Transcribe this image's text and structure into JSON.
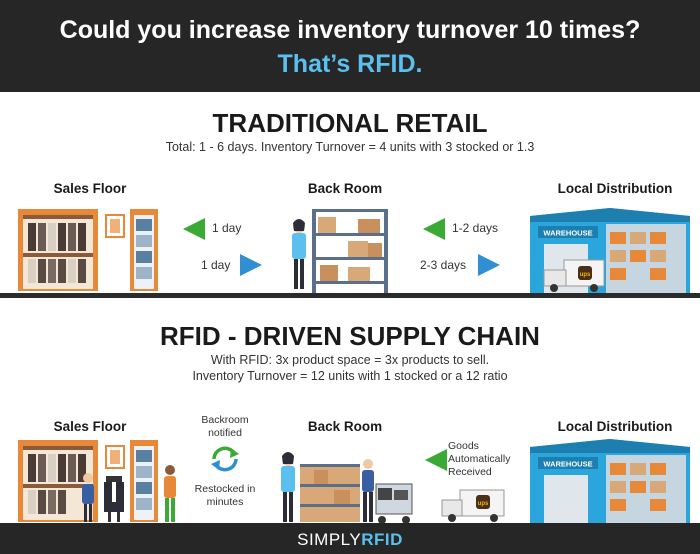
{
  "header": {
    "line1": "Could you increase inventory turnover 10 times?",
    "line2": "That’s RFID."
  },
  "traditional": {
    "title": "TRADITIONAL RETAIL",
    "subtitle": "Total: 1 - 6 days. Inventory Turnover = 4 units with 3 stocked or  1.3",
    "sales_floor": "Sales Floor",
    "back_room": "Back Room",
    "local_distribution": "Local Distribution",
    "arrow_left_1": "1 day",
    "arrow_right_1": "1 day",
    "arrow_left_2": "1-2 days",
    "arrow_right_2": "2-3 days",
    "warehouse_sign": "WAREHOUSE",
    "truck_logo": "ups"
  },
  "rfid": {
    "title": "RFID - DRIVEN SUPPLY CHAIN",
    "subtitle_line1": "With RFID: 3x product space = 3x products to sell.",
    "subtitle_line2": "Inventory Turnover = 12 units with 1 stocked or a 12 ratio",
    "sales_floor": "Sales Floor",
    "back_room": "Back Room",
    "local_distribution": "Local Distribution",
    "notified_line1": "Backroom",
    "notified_line2": "notified",
    "restocked_line1": "Restocked in",
    "restocked_line2": "minutes",
    "goods_line1": "Goods",
    "goods_line2": "Automatically",
    "goods_line3": "Received",
    "warehouse_sign": "WAREHOUSE",
    "truck_logo": "ups"
  },
  "footer": {
    "brand_part1": "SIMPLY",
    "brand_part2": "RFID"
  },
  "colors": {
    "header_bg": "#262626",
    "accent_blue": "#5bc0ef",
    "arrow_green": "#3aaa35",
    "arrow_blue": "#2f8fd0",
    "warehouse_blue": "#2aa6dc",
    "shelf_brown": "#8a5a3a",
    "box_tan": "#d9a878"
  },
  "icons": [
    "refresh-icon",
    "arrow-left-icon",
    "arrow-right-icon",
    "clothing-rack-icon",
    "shelving-icon",
    "warehouse-icon",
    "truck-icon",
    "worker-icon"
  ]
}
